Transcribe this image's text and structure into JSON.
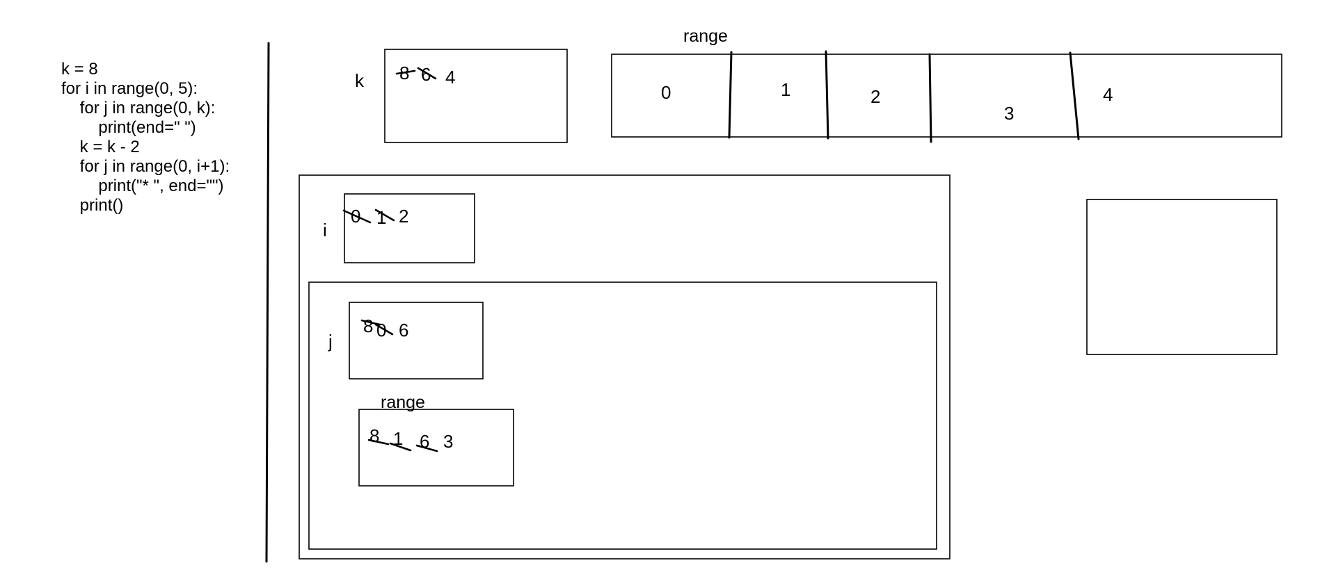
{
  "code": {
    "lines": [
      "k = 8",
      "for i in range(0, 5):",
      "    for j in range(0, k):",
      "        print(end=\" \")",
      "    k = k - 2",
      "    for j in range(0, i+1):",
      "        print(\"* \", end=\"\")",
      "    print()"
    ]
  },
  "variables": {
    "k": {
      "label": "k",
      "values": [
        {
          "text": "8",
          "crossed": true
        },
        {
          "text": "6",
          "crossed": true
        },
        {
          "text": "4",
          "crossed": false
        }
      ]
    },
    "i": {
      "label": "i",
      "values": [
        {
          "text": "0",
          "crossed": true
        },
        {
          "text": "1",
          "crossed": true
        },
        {
          "text": "2",
          "crossed": false
        }
      ]
    },
    "j": {
      "label": "j",
      "values": [
        {
          "text": "8",
          "crossed": true
        },
        {
          "text": "0",
          "crossed": true
        },
        {
          "text": "6",
          "crossed": false
        }
      ]
    }
  },
  "outer_range": {
    "label": "range",
    "cells": [
      "0",
      "1",
      "2",
      "3",
      "4"
    ]
  },
  "inner_range": {
    "label": "range",
    "values": [
      {
        "text": "8",
        "crossed": true
      },
      {
        "text": "1",
        "crossed": true
      },
      {
        "text": "6",
        "crossed": true
      },
      {
        "text": "3",
        "crossed": false
      }
    ]
  },
  "output_box": {}
}
